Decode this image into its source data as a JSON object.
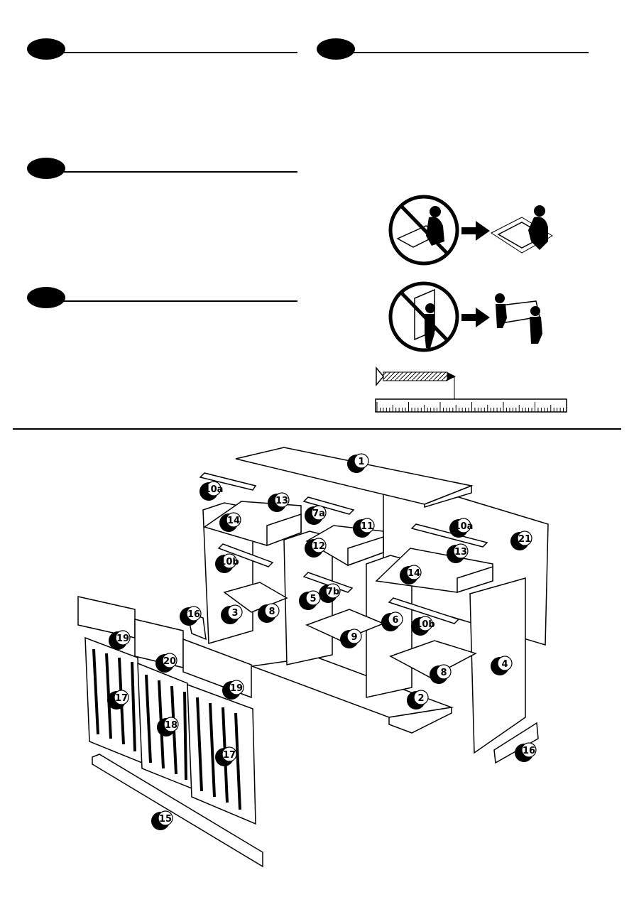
{
  "parts": {
    "p1": "1",
    "p2": "2",
    "p3": "3",
    "p4": "4",
    "p5": "5",
    "p6": "6",
    "p7a": "7a",
    "p7b": "7b",
    "p8a": "8",
    "p8b": "8",
    "p9": "9",
    "p10a_left": "10a",
    "p10a_right": "10a",
    "p10b_left": "10b",
    "p10b_right": "10b",
    "p11": "11",
    "p12": "12",
    "p13a": "13",
    "p13b": "13",
    "p14a": "14",
    "p14b": "14",
    "p15": "15",
    "p16a": "16",
    "p16b": "16",
    "p17a": "17",
    "p17b": "17",
    "p18": "18",
    "p19a": "19",
    "p19b": "19",
    "p20": "20",
    "p21": "21"
  },
  "icons": {
    "warning_1": "no-assembly-on-hard-floor-icon",
    "warning_2": "no-lifting-alone-icon",
    "screw": "screw-length-icon",
    "ruler": "ruler-icon"
  },
  "colors": {
    "ink": "#000000",
    "paper": "#ffffff",
    "panel": "#f4f4f4"
  }
}
